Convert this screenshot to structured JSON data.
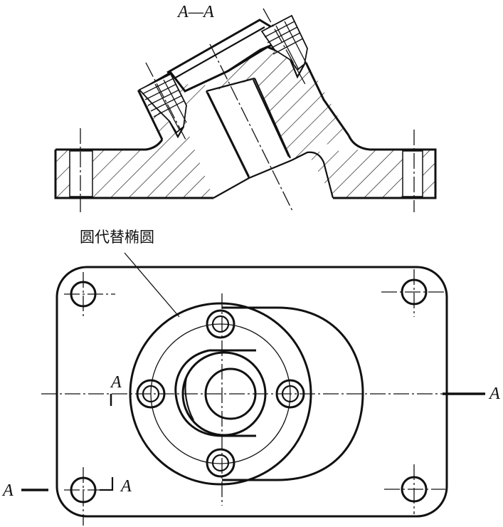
{
  "section": {
    "title": "A—A"
  },
  "annotation": {
    "text": "圆代替椭圆"
  },
  "cut_marks": {
    "left_top": "A",
    "right": "A",
    "bottom_left": "A",
    "bottom_right": "A"
  },
  "colors": {
    "line": "#111111",
    "background": "#ffffff"
  }
}
